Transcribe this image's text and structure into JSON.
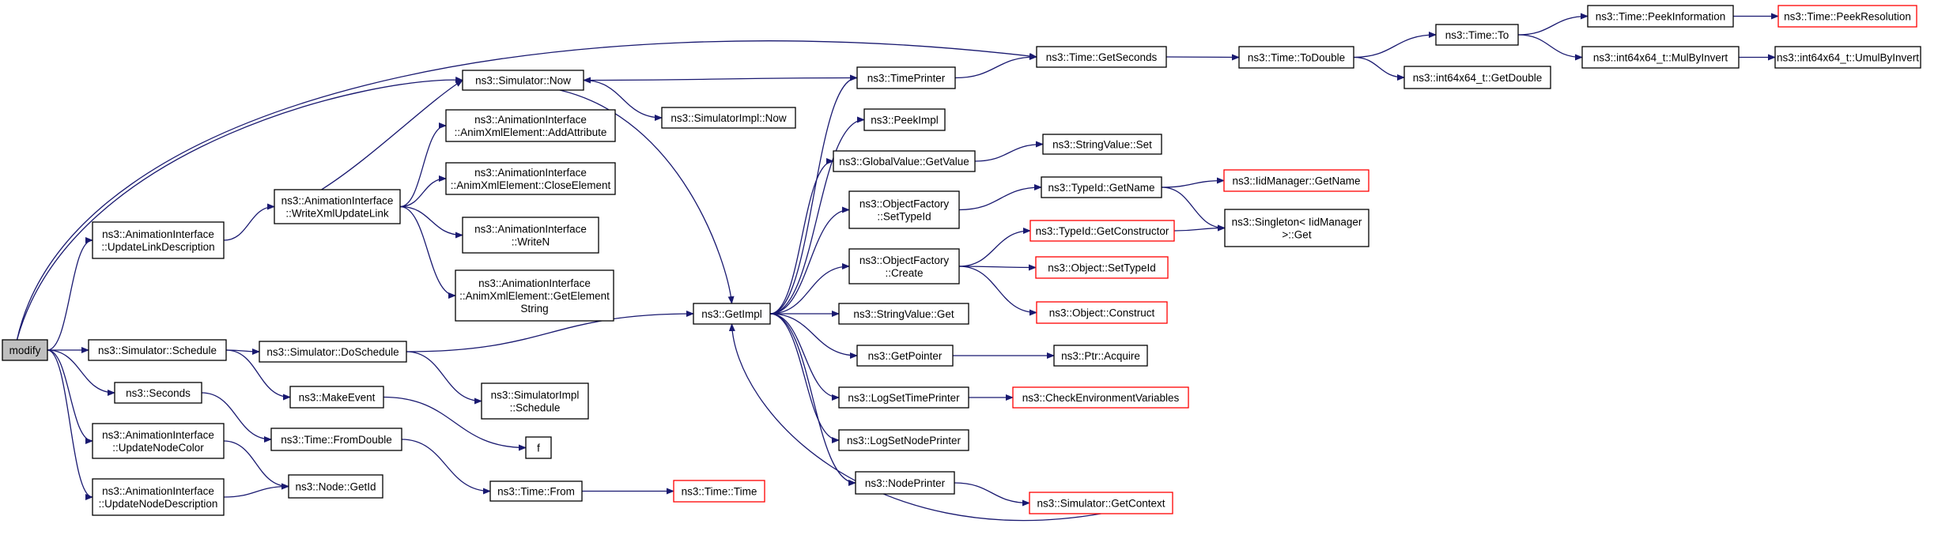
{
  "colors": {
    "edge": "#191970",
    "node_border": "#000000",
    "truncated_border": "#ff0000",
    "root_fill": "#bfbfbf",
    "node_fill": "#ffffff"
  },
  "nodes": {
    "modify": {
      "lines": [
        "modify"
      ],
      "root": true
    },
    "simulator-now": {
      "lines": [
        "ns3::Simulator::Now"
      ]
    },
    "animxml-addattribute": {
      "lines": [
        "ns3::AnimationInterface",
        "::AnimXmlElement::AddAttribute"
      ]
    },
    "animxml-closeelement": {
      "lines": [
        "ns3::AnimationInterface",
        "::AnimXmlElement::CloseElement"
      ]
    },
    "write-xml-update-link": {
      "lines": [
        "ns3::AnimationInterface",
        "::WriteXmlUpdateLink"
      ]
    },
    "update-link-description": {
      "lines": [
        "ns3::AnimationInterface",
        "::UpdateLinkDescription"
      ]
    },
    "write-n": {
      "lines": [
        "ns3::AnimationInterface",
        "::WriteN"
      ]
    },
    "animxml-getelementstring": {
      "lines": [
        "ns3::AnimationInterface",
        "::AnimXmlElement::GetElement",
        "String"
      ]
    },
    "simulator-schedule": {
      "lines": [
        "ns3::Simulator::Schedule"
      ]
    },
    "simulator-doschedule": {
      "lines": [
        "ns3::Simulator::DoSchedule"
      ]
    },
    "seconds": {
      "lines": [
        "ns3::Seconds"
      ]
    },
    "make-event": {
      "lines": [
        "ns3::MakeEvent"
      ]
    },
    "simulatorimpl-schedule": {
      "lines": [
        "ns3::SimulatorImpl",
        "::Schedule"
      ]
    },
    "f": {
      "lines": [
        "f"
      ]
    },
    "time-fromdouble": {
      "lines": [
        "ns3::Time::FromDouble"
      ]
    },
    "update-node-color": {
      "lines": [
        "ns3::AnimationInterface",
        "::UpdateNodeColor"
      ]
    },
    "update-node-description": {
      "lines": [
        "ns3::AnimationInterface",
        "::UpdateNodeDescription"
      ]
    },
    "node-getid": {
      "lines": [
        "ns3::Node::GetId"
      ]
    },
    "time-from": {
      "lines": [
        "ns3::Time::From"
      ]
    },
    "time-time": {
      "lines": [
        "ns3::Time::Time"
      ],
      "truncated": true
    },
    "simulatorimpl-now": {
      "lines": [
        "ns3::SimulatorImpl::Now"
      ]
    },
    "getimpl": {
      "lines": [
        "ns3::GetImpl"
      ]
    },
    "time-printer": {
      "lines": [
        "ns3::TimePrinter"
      ]
    },
    "peekimpl": {
      "lines": [
        "ns3::PeekImpl"
      ]
    },
    "globalvalue-getvalue": {
      "lines": [
        "ns3::GlobalValue::GetValue"
      ]
    },
    "objectfactory-settypeid": {
      "lines": [
        "ns3::ObjectFactory",
        "::SetTypeId"
      ]
    },
    "objectfactory-create": {
      "lines": [
        "ns3::ObjectFactory",
        "::Create"
      ]
    },
    "stringvalue-get": {
      "lines": [
        "ns3::StringValue::Get"
      ]
    },
    "getpointer": {
      "lines": [
        "ns3::GetPointer"
      ]
    },
    "logsettimeprinter": {
      "lines": [
        "ns3::LogSetTimePrinter"
      ]
    },
    "logsetnodeprinter": {
      "lines": [
        "ns3::LogSetNodePrinter"
      ]
    },
    "nodeprinter": {
      "lines": [
        "ns3::NodePrinter"
      ]
    },
    "time-getseconds": {
      "lines": [
        "ns3::Time::GetSeconds"
      ]
    },
    "stringvalue-set": {
      "lines": [
        "ns3::StringValue::Set"
      ]
    },
    "typeid-getname": {
      "lines": [
        "ns3::TypeId::GetName"
      ]
    },
    "typeid-getconstructor": {
      "lines": [
        "ns3::TypeId::GetConstructor"
      ],
      "truncated": true
    },
    "object-settypeid": {
      "lines": [
        "ns3::Object::SetTypeId"
      ],
      "truncated": true
    },
    "object-construct": {
      "lines": [
        "ns3::Object::Construct"
      ],
      "truncated": true
    },
    "ptr-acquire": {
      "lines": [
        "ns3::Ptr::Acquire"
      ]
    },
    "check-environment-variables": {
      "lines": [
        "ns3::CheckEnvironmentVariables"
      ],
      "truncated": true
    },
    "simulator-getcontext": {
      "lines": [
        "ns3::Simulator::GetContext"
      ],
      "truncated": true
    },
    "time-todouble": {
      "lines": [
        "ns3::Time::ToDouble"
      ]
    },
    "int64x64-getdouble": {
      "lines": [
        "ns3::int64x64_t::GetDouble"
      ]
    },
    "time-to": {
      "lines": [
        "ns3::Time::To"
      ]
    },
    "time-peekinformation": {
      "lines": [
        "ns3::Time::PeekInformation"
      ]
    },
    "time-peekresolution": {
      "lines": [
        "ns3::Time::PeekResolution"
      ],
      "truncated": true
    },
    "int64x64-mulbyinvert": {
      "lines": [
        "ns3::int64x64_t::MulByInvert"
      ]
    },
    "int64x64-umulbyinvert": {
      "lines": [
        "ns3::int64x64_t::UmulByInvert"
      ]
    },
    "iidmanager-getname": {
      "lines": [
        "ns3::IidManager::GetName"
      ],
      "truncated": true
    },
    "singleton-get": {
      "lines": [
        "ns3::Singleton< IidManager",
        " >::Get"
      ]
    }
  },
  "edges": [
    [
      "modify",
      "simulator-now"
    ],
    [
      "modify",
      "time-getseconds"
    ],
    [
      "modify",
      "update-link-description"
    ],
    [
      "modify",
      "simulator-schedule"
    ],
    [
      "modify",
      "seconds"
    ],
    [
      "modify",
      "update-node-color"
    ],
    [
      "modify",
      "update-node-description"
    ],
    [
      "update-link-description",
      "write-xml-update-link"
    ],
    [
      "write-xml-update-link",
      "simulator-now"
    ],
    [
      "write-xml-update-link",
      "animxml-addattribute"
    ],
    [
      "write-xml-update-link",
      "animxml-closeelement"
    ],
    [
      "write-xml-update-link",
      "write-n"
    ],
    [
      "write-xml-update-link",
      "animxml-getelementstring"
    ],
    [
      "simulator-schedule",
      "simulator-doschedule"
    ],
    [
      "simulator-schedule",
      "make-event"
    ],
    [
      "simulator-doschedule",
      "getimpl"
    ],
    [
      "simulator-doschedule",
      "simulatorimpl-schedule"
    ],
    [
      "make-event",
      "f"
    ],
    [
      "seconds",
      "time-fromdouble"
    ],
    [
      "time-fromdouble",
      "time-from"
    ],
    [
      "time-from",
      "time-time"
    ],
    [
      "update-node-color",
      "node-getid"
    ],
    [
      "update-node-description",
      "node-getid"
    ],
    [
      "simulator-now",
      "simulatorimpl-now"
    ],
    [
      "simulator-now",
      "getimpl"
    ],
    [
      "time-printer",
      "simulator-now"
    ],
    [
      "time-printer",
      "time-getseconds"
    ],
    [
      "getimpl",
      "time-printer"
    ],
    [
      "getimpl",
      "peekimpl"
    ],
    [
      "getimpl",
      "globalvalue-getvalue"
    ],
    [
      "getimpl",
      "objectfactory-settypeid"
    ],
    [
      "getimpl",
      "objectfactory-create"
    ],
    [
      "getimpl",
      "stringvalue-get"
    ],
    [
      "getimpl",
      "getpointer"
    ],
    [
      "getimpl",
      "logsettimeprinter"
    ],
    [
      "getimpl",
      "logsetnodeprinter"
    ],
    [
      "getimpl",
      "nodeprinter"
    ],
    [
      "simulator-getcontext",
      "getimpl"
    ],
    [
      "globalvalue-getvalue",
      "stringvalue-set"
    ],
    [
      "objectfactory-settypeid",
      "typeid-getname"
    ],
    [
      "objectfactory-create",
      "typeid-getconstructor"
    ],
    [
      "objectfactory-create",
      "object-settypeid"
    ],
    [
      "objectfactory-create",
      "object-construct"
    ],
    [
      "getpointer",
      "ptr-acquire"
    ],
    [
      "logsettimeprinter",
      "check-environment-variables"
    ],
    [
      "nodeprinter",
      "simulator-getcontext"
    ],
    [
      "typeid-getname",
      "iidmanager-getname"
    ],
    [
      "typeid-getname",
      "singleton-get"
    ],
    [
      "typeid-getconstructor",
      "singleton-get"
    ],
    [
      "time-getseconds",
      "time-todouble"
    ],
    [
      "time-todouble",
      "int64x64-getdouble"
    ],
    [
      "time-todouble",
      "time-to"
    ],
    [
      "time-to",
      "time-peekinformation"
    ],
    [
      "time-to",
      "int64x64-mulbyinvert"
    ],
    [
      "time-peekinformation",
      "time-peekresolution"
    ],
    [
      "int64x64-mulbyinvert",
      "int64x64-umulbyinvert"
    ]
  ]
}
